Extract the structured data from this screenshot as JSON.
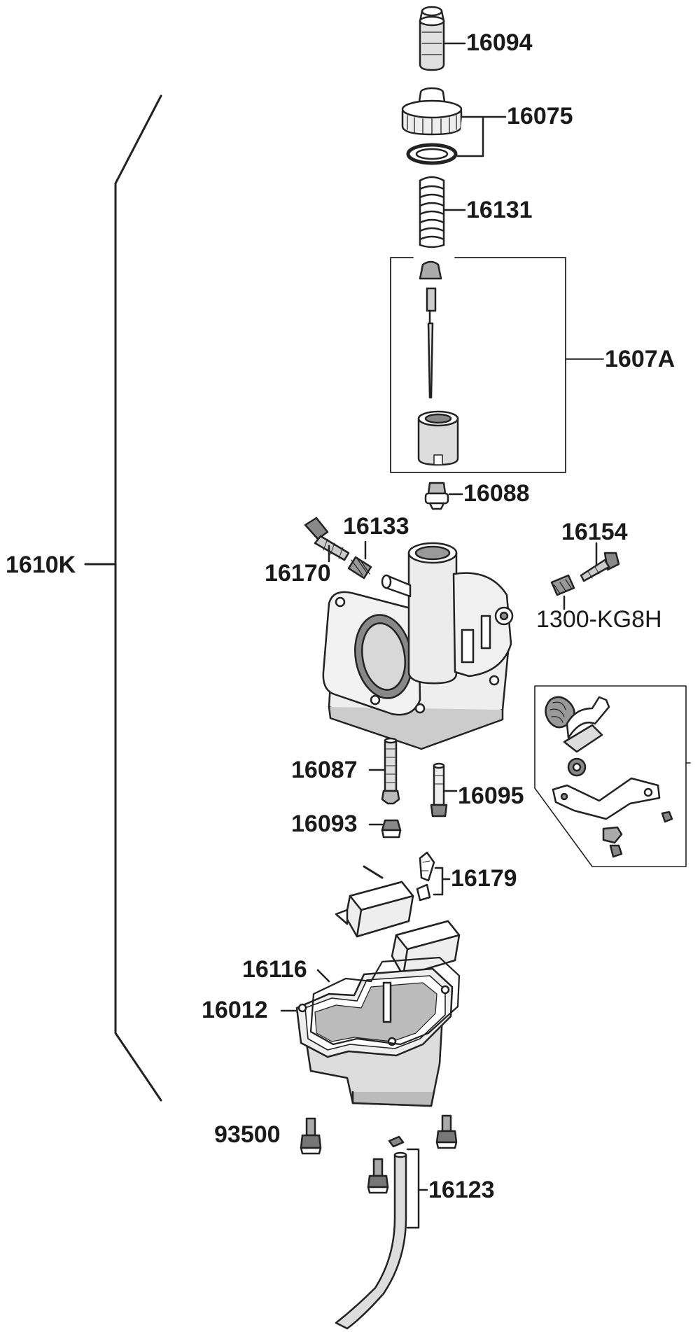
{
  "parts": {
    "p16094": "16094",
    "p16075": "16075",
    "p16131": "16131",
    "p1607A": "1607A",
    "p16088": "16088",
    "p16133": "16133",
    "p16170": "16170",
    "p16154": "16154",
    "p1300": "1300-KG8H",
    "p1610K": "1610K",
    "p16087": "16087",
    "p16095": "16095",
    "p16093": "16093",
    "p16179": "16179",
    "p16116": "16116",
    "p16012": "16012",
    "p93500": "93500",
    "p16123": "16123"
  }
}
